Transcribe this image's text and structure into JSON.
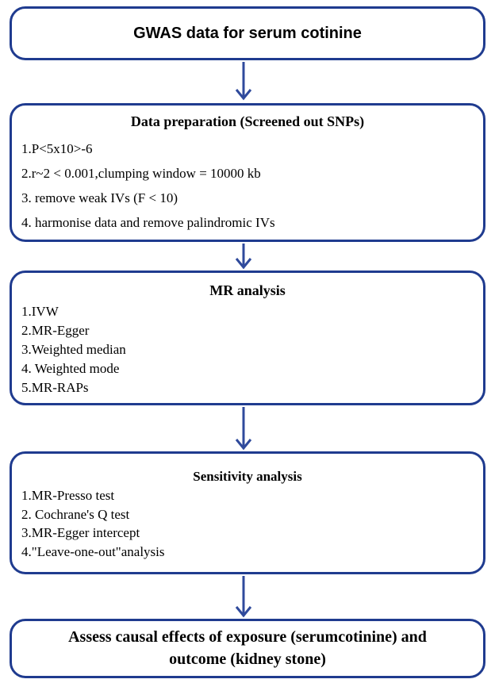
{
  "flowchart": {
    "step1": {
      "title": "GWAS data for serum cotinine"
    },
    "step2": {
      "title": "Data preparation (Screened out SNPs)",
      "items": [
        "1.P<5x10>-6",
        "2.r~2 < 0.001,clumping window = 10000 kb",
        "3. remove weak IVs (F < 10)",
        "4. harmonise data and remove palindromic IVs"
      ]
    },
    "step3": {
      "title": "MR analysis",
      "items": [
        "1.IVW",
        "2.MR-Egger",
        "3.Weighted median",
        "4. Weighted mode",
        "5.MR-RAPs"
      ]
    },
    "step4": {
      "title": "Sensitivity analysis",
      "items": [
        "1.MR-Presso test",
        "2. Cochrane's Q test",
        "3.MR-Egger intercept",
        "4.\"Leave-one-out\"analysis"
      ]
    },
    "step5": {
      "title_line1": "Assess causal effects of exposure (serumcotinine) and",
      "title_line2": "outcome (kidney stone)"
    }
  },
  "colors": {
    "border": "#1f3b8f",
    "arrow": "#2f4a9c"
  }
}
